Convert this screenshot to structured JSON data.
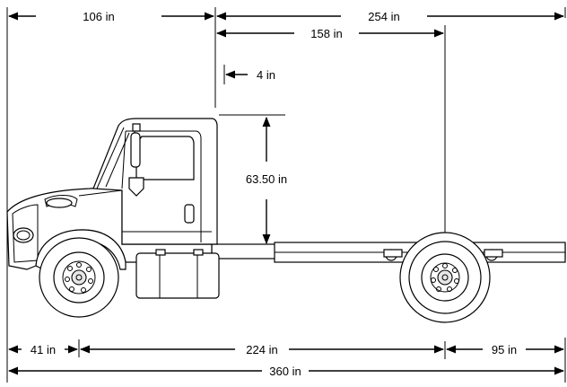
{
  "dimensions": {
    "front_to_cab_back": "106 in",
    "cab_back_to_end": "254 in",
    "cab_back_to_rear_axle": "158 in",
    "cab_clearance": "4 in",
    "cab_height_above_frame": "63.50 in",
    "front_overhang": "41 in",
    "wheelbase": "224 in",
    "rear_overhang": "95 in",
    "overall_length": "360 in"
  }
}
